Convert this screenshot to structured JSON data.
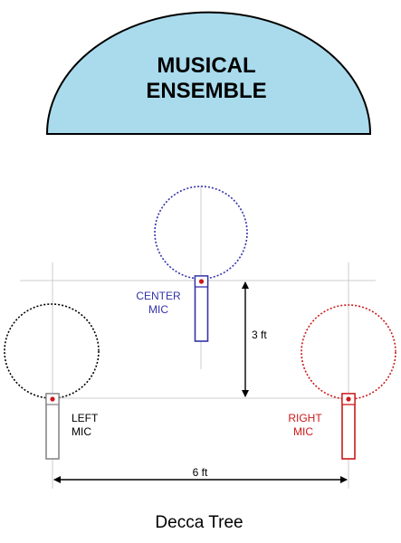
{
  "ensemble": {
    "line1": "MUSICAL",
    "line2": "ENSEMBLE",
    "fill": "#a9dbed"
  },
  "mics": {
    "center": {
      "line1": "CENTER",
      "line2": "MIC",
      "color": "#3333aa"
    },
    "left": {
      "line1": "LEFT",
      "line2": "MIC",
      "color": "#000000"
    },
    "right": {
      "line1": "RIGHT",
      "line2": "MIC",
      "color": "#cc1a1a"
    }
  },
  "dimensions": {
    "vertical": "3 ft",
    "horizontal": "6 ft"
  },
  "caption": "Decca Tree",
  "colors": {
    "guide": "#cccccc",
    "mic_dot": "#cc1a1a",
    "left_body": "#888888"
  }
}
